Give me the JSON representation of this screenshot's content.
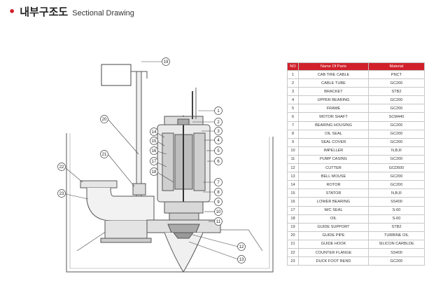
{
  "header": {
    "bullet": "•",
    "title_ko": "내부구조도",
    "title_en": "Sectional Drawing"
  },
  "drawing": {
    "callouts": [
      "1",
      "2",
      "3",
      "4",
      "5",
      "6",
      "7",
      "8",
      "9",
      "10",
      "11",
      "12",
      "13",
      "14",
      "15",
      "16",
      "17",
      "18",
      "19",
      "20",
      "21",
      "22",
      "23"
    ]
  },
  "table": {
    "headers": {
      "no": "NO",
      "name": "Name Of Parts",
      "material": "Material"
    },
    "rows": [
      {
        "no": "1",
        "name": "CAB TIRE CABLE",
        "material": "PNCT"
      },
      {
        "no": "2",
        "name": "CABLE TUBE",
        "material": "GC200"
      },
      {
        "no": "3",
        "name": "BRACKET",
        "material": "STB2"
      },
      {
        "no": "4",
        "name": "UPPER BEARING",
        "material": "GC200"
      },
      {
        "no": "5",
        "name": "FRAME",
        "material": "GC200"
      },
      {
        "no": "6",
        "name": "MOTOR SHAFT",
        "material": "SCM440"
      },
      {
        "no": "7",
        "name": "BEARING HOUSING",
        "material": "GC200"
      },
      {
        "no": "8",
        "name": "OIL SEAL",
        "material": "GC200"
      },
      {
        "no": "9",
        "name": "SEAL COVER",
        "material": "GC200"
      },
      {
        "no": "10",
        "name": "IMPELLER",
        "material": "N,B,R"
      },
      {
        "no": "11",
        "name": "PUMP CASING",
        "material": "GC200"
      },
      {
        "no": "12",
        "name": "CUTTER",
        "material": "GCD500"
      },
      {
        "no": "13",
        "name": "BELL MOUSE",
        "material": "GC200"
      },
      {
        "no": "14",
        "name": "ROTOR",
        "material": "GC200"
      },
      {
        "no": "15",
        "name": "STATOR",
        "material": "N,B,R"
      },
      {
        "no": "16",
        "name": "LOWER BEARING",
        "material": "SS400"
      },
      {
        "no": "17",
        "name": "M/C SEAL",
        "material": "S-60"
      },
      {
        "no": "18",
        "name": "OIL",
        "material": "S-60"
      },
      {
        "no": "19",
        "name": "GUIDE SUPPORT",
        "material": "STB2"
      },
      {
        "no": "20",
        "name": "GUIDE PIPE",
        "material": "TURBINE OIL"
      },
      {
        "no": "21",
        "name": "GUIDE HOOK",
        "material": "SILICON CARBLDE"
      },
      {
        "no": "22",
        "name": "COUNTER FLANGE",
        "material": "SS400"
      },
      {
        "no": "23",
        "name": "DUCK FOOT BEND",
        "material": "GC200"
      }
    ]
  }
}
